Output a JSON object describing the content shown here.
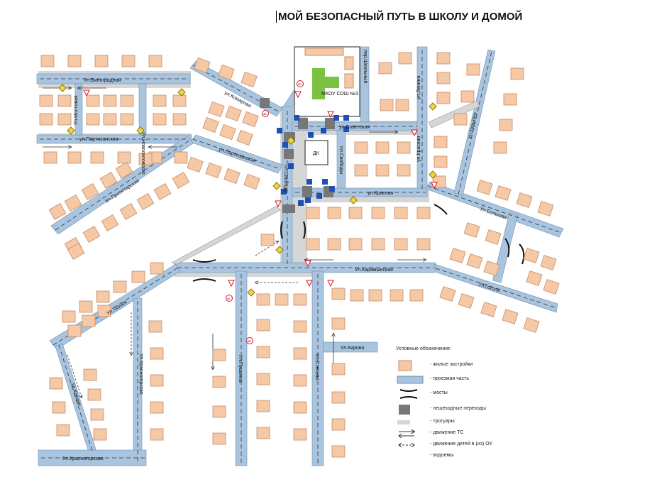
{
  "title": "МОЙ БЕЗОПАСНЫЙ ПУТЬ В ШКОЛУ И ДОМОЙ",
  "colors": {
    "road": "#a9c4df",
    "house": "#f5c8a6",
    "house_stroke": "#c98c66",
    "sidewalk": "#d4d4d4",
    "school_green": "#7cc242",
    "sign_blue": "#1f4fb5"
  },
  "streets": {
    "vinogradnaya": "Ул.Виноградная",
    "mostovaya": "Ул.Мостовая",
    "novoselovskaya": "Ул.Новоселовская",
    "komarova": "ул.Комарова",
    "partizanskaya_left": "ул.Партизанская",
    "partizanskaya_mid": "ул.Партизанская",
    "proletarskaya": "Ул.Пролетарская",
    "sovetskaya": "ул.Советская",
    "shkolnaya": "пер.Школьный",
    "lenina": "ул.Ленина",
    "krasnaya_v": "ул.Красная",
    "krasnaya_h": "ул.Красная",
    "svobody_left": "пл.Свободы",
    "svobody_right": "пл.Свободы",
    "gorkogo": "Ул.Горького",
    "bolshaya": "Ул.Большая",
    "karamynskaya": "Ул.Карамынская",
    "gogolya": "Ул.Гоголя",
    "tkachenko": "Ул.Ткачея",
    "krasnogorskaya_v": "Ул.Красногорская",
    "krasnogorskaya_h": "Ул.Красногорская",
    "yuzhnaya": "Ул.Южная",
    "pushkina": "Ул.Пушкина",
    "stepnaya": "Ул.Степная",
    "kirova": "Ул.Кирова"
  },
  "places": {
    "school": "МКОУ СОШ №3",
    "dk": "ДК"
  },
  "speed_limit": "40",
  "legend": {
    "title": "Условные обозначения:",
    "items": [
      "- жилые застройки",
      "- проезжая часть",
      "- мосты",
      "- пешеходные переходы",
      "- тротуары",
      "- движение ТС",
      "- движение детей в (из) ОУ",
      "- водоемы"
    ]
  }
}
